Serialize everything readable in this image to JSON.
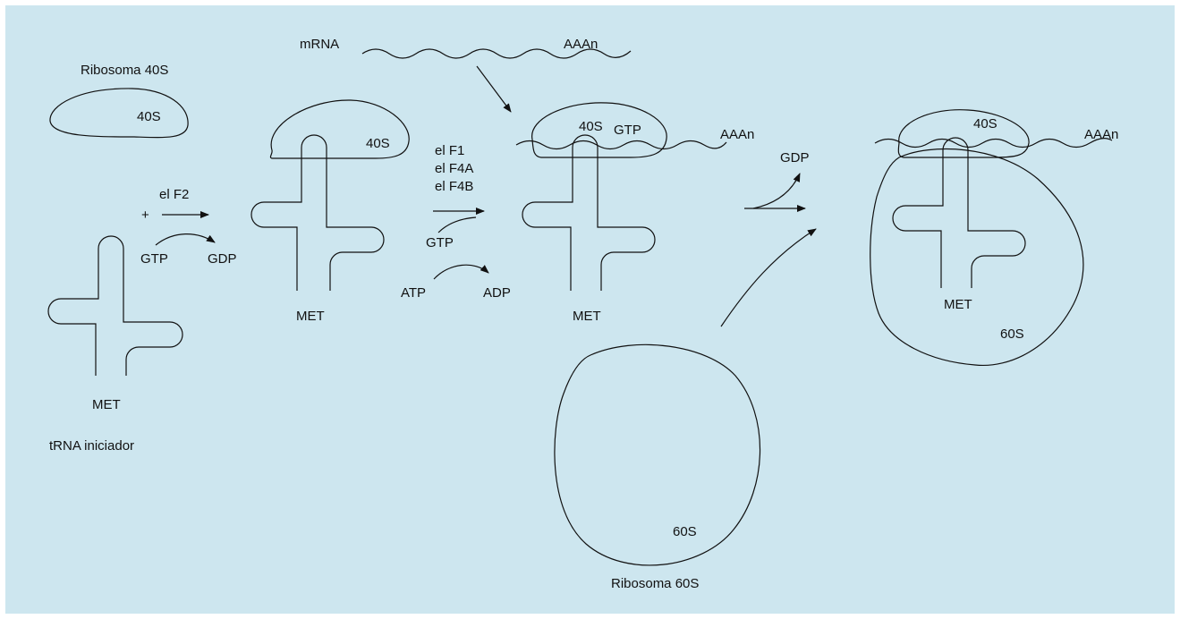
{
  "colors": {
    "panel": "#cde6ef",
    "stroke": "#111111",
    "page": "#ffffff"
  },
  "labels": {
    "ribosome40": "Ribosoma 40S",
    "s40_a": "40S",
    "s40_b": "40S",
    "s40_c": "40S",
    "s40_d": "40S",
    "gtp_on_40s": "GTP",
    "eif2": "el F2",
    "plus": "+",
    "gtp_1": "GTP",
    "gdp_1": "GDP",
    "met_1": "MET",
    "met_2": "MET",
    "met_3": "MET",
    "met_4": "MET",
    "trna_initiator": "tRNA iniciador",
    "mrna": "mRNA",
    "polya_1": "AAAn",
    "polya_2": "AAAn",
    "polya_3": "AAAn",
    "eif1": "el F1",
    "eif4a": "el F4A",
    "eif4b": "el F4B",
    "gtp_2": "GTP",
    "atp": "ATP",
    "adp": "ADP",
    "gdp_2": "GDP",
    "s60_a": "60S",
    "s60_b": "60S",
    "ribosome60": "Ribosoma 60S"
  }
}
